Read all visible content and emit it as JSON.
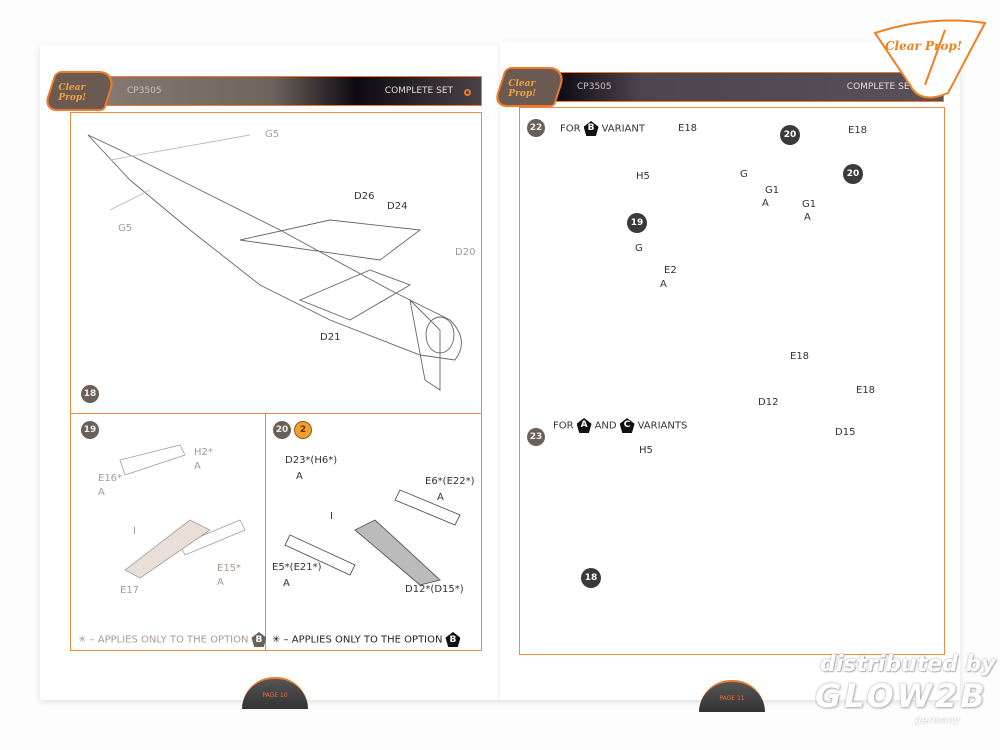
{
  "brand": "Clear Prop!",
  "left_page": {
    "header": {
      "code": "CP3505",
      "title": "COMPLETE SET"
    },
    "step18": {
      "num": "18",
      "labels": [
        "G5",
        "G5",
        "D26",
        "D24",
        "D20",
        "D21"
      ]
    },
    "step19": {
      "num": "19",
      "labels": [
        "H2*",
        "A",
        "E16*",
        "A",
        "I",
        "E15*",
        "A",
        "E17"
      ],
      "note": "✳ – APPLIES ONLY TO THE OPTION",
      "option": "B"
    },
    "step20": {
      "num": "20",
      "badge": "2",
      "labels": [
        "D23*(H6*)",
        "A",
        "E6*(E22*)",
        "A",
        "I",
        "E5*(E21*)",
        "A",
        "D12*(D15*)"
      ],
      "note": "✳ – APPLIES ONLY TO THE OPTION",
      "option": "B"
    },
    "page_label": "PAGE 10"
  },
  "right_page": {
    "header": {
      "code": "CP3505",
      "title": "COMPLETE SET"
    },
    "step22": {
      "num": "22",
      "for": "FOR",
      "variant": "B",
      "variant_suffix": "VARIANT",
      "labels": [
        "E18",
        "E18",
        "H5",
        "G",
        "G1",
        "A",
        "G1",
        "A",
        "G",
        "E2",
        "A"
      ],
      "ref1": "20",
      "ref2": "20",
      "ref3": "19"
    },
    "step23": {
      "num": "23",
      "for": "FOR",
      "v1": "A",
      "and": "AND",
      "v2": "C",
      "suffix": "VARIANTS",
      "labels": [
        "E18",
        "E18",
        "D12",
        "D15",
        "H5"
      ],
      "ref": "18"
    },
    "page_label": "PAGE 11"
  },
  "watermark": {
    "line1": "distributed by",
    "line2": "GLOW2B",
    "line3": "germany"
  }
}
